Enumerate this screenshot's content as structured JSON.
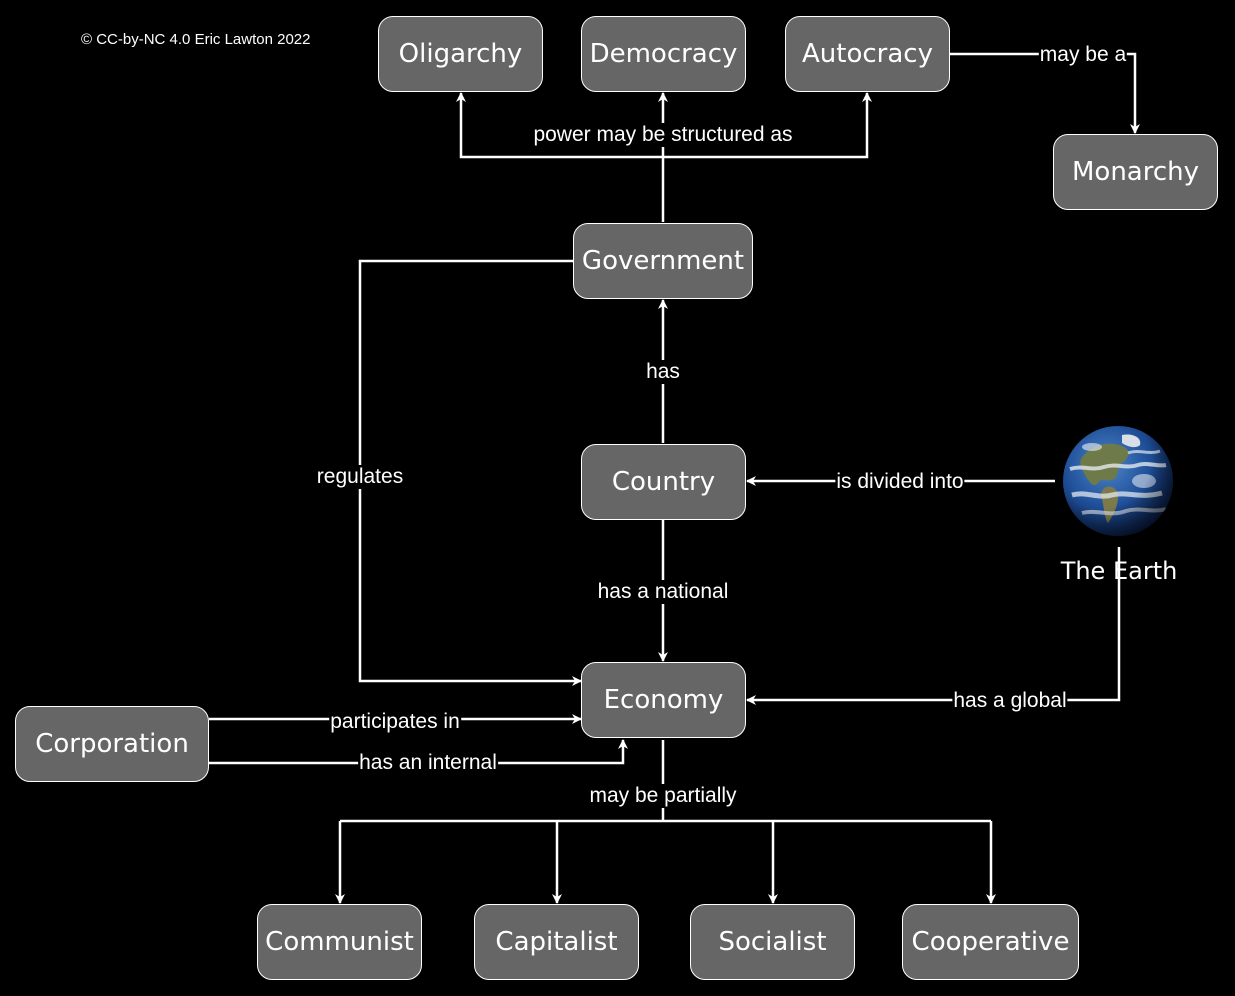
{
  "copyright": "© CC-by-NC 4.0 Eric Lawton 2022",
  "nodes": {
    "oligarchy": "Oligarchy",
    "democracy": "Democracy",
    "autocracy": "Autocracy",
    "monarchy": "Monarchy",
    "government": "Government",
    "country": "Country",
    "economy": "Economy",
    "corporation": "Corporation",
    "communist": "Communist",
    "capitalist": "Capitalist",
    "socialist": "Socialist",
    "cooperative": "Cooperative",
    "earth": "The Earth"
  },
  "edges": {
    "may_be_a": "may be a",
    "power_structured": "power may be structured as",
    "has": "has",
    "regulates": "regulates",
    "is_divided_into": "is divided into",
    "has_a_national": "has a national",
    "has_a_global": "has a global",
    "participates_in": "participates in",
    "has_an_internal": "has an internal",
    "may_be_partially": "may be partially"
  },
  "colors": {
    "background": "#000000",
    "node_fill": "#666666",
    "stroke": "#ffffff",
    "text": "#ffffff"
  },
  "icons": {
    "earth": "earth-globe-photo"
  }
}
